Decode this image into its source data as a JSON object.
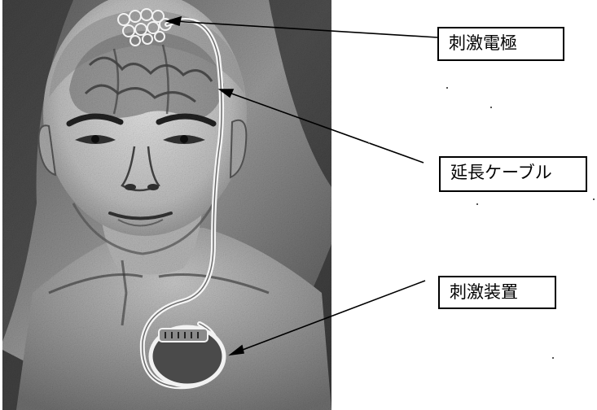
{
  "labels": {
    "electrode": "刺激電極",
    "extension_cable": "延長ケーブル",
    "stimulator": "刺激装置"
  },
  "colors": {
    "photo_dark": "#2c2c2c",
    "photo_mid": "#8a8a8a",
    "photo_light": "#d9d9d9",
    "line": "#000000",
    "box_border": "#000000"
  },
  "icons": {
    "electrode": "electrode-array-icon",
    "stimulator": "pulse-generator-icon"
  }
}
